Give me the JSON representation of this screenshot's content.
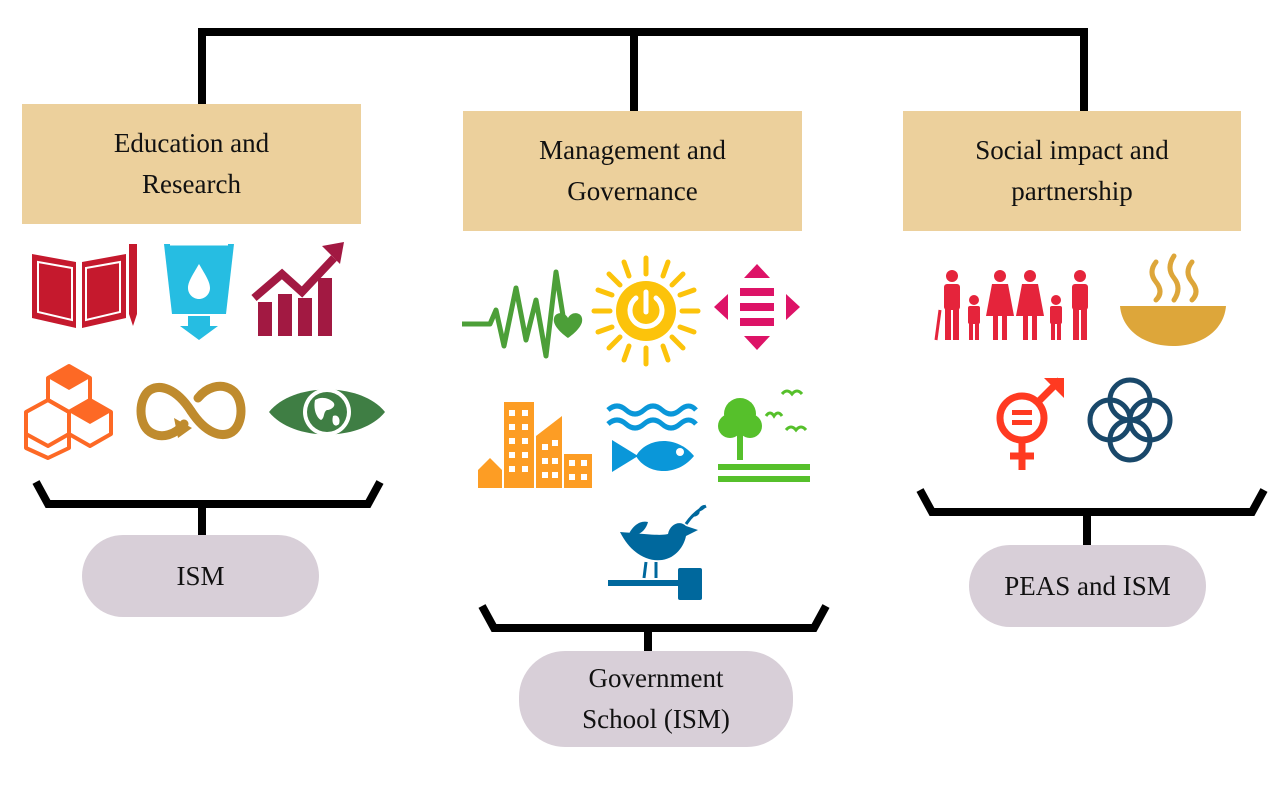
{
  "categories": [
    {
      "title": "Education and\nResearch",
      "owner": "ISM",
      "icons": [
        "quality-education-book-pencil-icon",
        "clean-water-sanitation-icon",
        "decent-work-economic-growth-icon",
        "industry-innovation-infrastructure-icon",
        "responsible-consumption-production-icon",
        "climate-action-eye-globe-icon"
      ]
    },
    {
      "title": "Management and\nGovernance",
      "owner": "Government\nSchool (ISM)",
      "icons": [
        "good-health-wellbeing-icon",
        "affordable-clean-energy-icon",
        "reduced-inequalities-icon",
        "sustainable-cities-communities-icon",
        "life-below-water-icon",
        "life-on-land-icon",
        "peace-justice-institutions-icon"
      ]
    },
    {
      "title": "Social impact and\npartnership",
      "owner": "PEAS and ISM",
      "icons": [
        "no-poverty-family-icon",
        "zero-hunger-bowl-icon",
        "gender-equality-icon",
        "partnerships-for-goals-icon"
      ]
    }
  ],
  "colors": {
    "category_box": "#ecd09c",
    "owner_pill": "#d8cfd8",
    "connector": "#000000",
    "quality_education": "#c5192d",
    "clean_water": "#26bde2",
    "economic_growth": "#a21942",
    "industry": "#fd6925",
    "consumption": "#bf8b2e",
    "climate": "#3f7e44",
    "health": "#4c9f38",
    "energy": "#fcc30b",
    "inequalities": "#dd1367",
    "cities": "#fd9d24",
    "water_life": "#0a97d9",
    "land_life": "#56c02b",
    "peace": "#00689d",
    "poverty": "#e5243b",
    "hunger": "#dda63a",
    "gender": "#ff3a21",
    "partnerships": "#19486a"
  }
}
